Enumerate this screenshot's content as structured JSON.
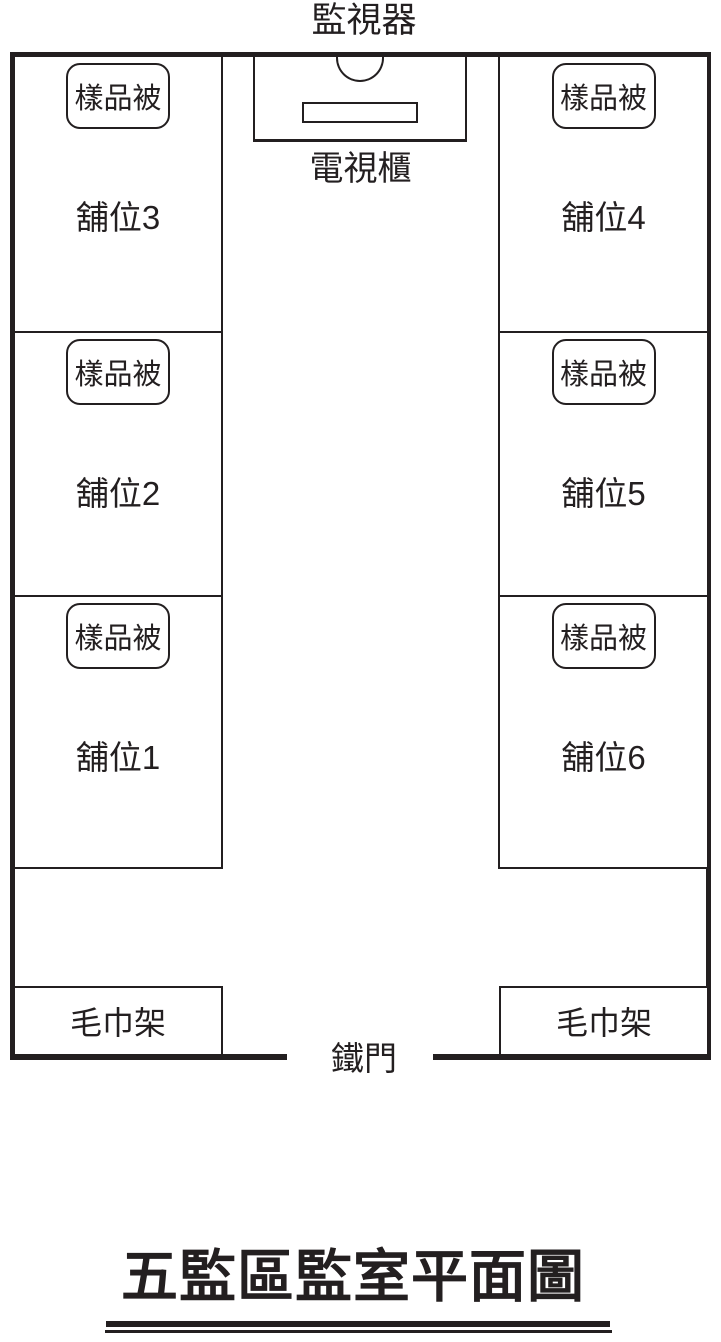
{
  "title": "五監區監室平面圖",
  "labels": {
    "monitor": "監視器",
    "tv_cabinet": "電視櫃",
    "iron_door": "鐵門",
    "sample_quilt": "樣品被",
    "towel_rack": "毛巾架"
  },
  "rooms": {
    "left": [
      {
        "name": "舖位3"
      },
      {
        "name": "舖位2"
      },
      {
        "name": "舖位1"
      }
    ],
    "right": [
      {
        "name": "舖位4"
      },
      {
        "name": "舖位5"
      },
      {
        "name": "舖位6"
      }
    ]
  },
  "colors": {
    "ink": "#231f20",
    "background": "#ffffff"
  }
}
